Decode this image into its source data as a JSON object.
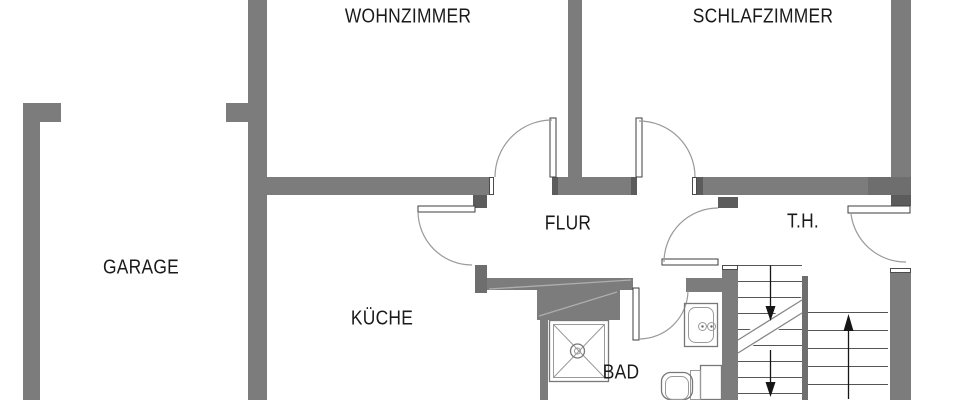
{
  "floorplan": {
    "rooms": [
      {
        "id": "wohnzimmer",
        "label": "WOHNZIMMER"
      },
      {
        "id": "schlafzimmer",
        "label": "SCHLAFZIMMER"
      },
      {
        "id": "garage",
        "label": "GARAGE"
      },
      {
        "id": "flur",
        "label": "FLUR"
      },
      {
        "id": "treppenhaus",
        "label": "T.H."
      },
      {
        "id": "kueche",
        "label": "KÜCHE"
      },
      {
        "id": "bad",
        "label": "BAD"
      }
    ],
    "fixtures": [
      "shower",
      "washbasin",
      "toilet",
      "stairs"
    ],
    "stairs": {
      "left_flight_direction": "down",
      "right_flight_direction": "up"
    },
    "doors": [
      "wohnzimmer-door",
      "schlafzimmer-door",
      "kueche-door",
      "th-door",
      "bad-door",
      "entry-door"
    ],
    "colors": {
      "wall": "#7c7c7c",
      "wall_dark": "#5c5c5c",
      "wall_mid": "#6e6e6e",
      "line": "#555555",
      "arc": "#9a9a9a",
      "text": "#1a1a1a",
      "background": "#ffffff"
    }
  }
}
